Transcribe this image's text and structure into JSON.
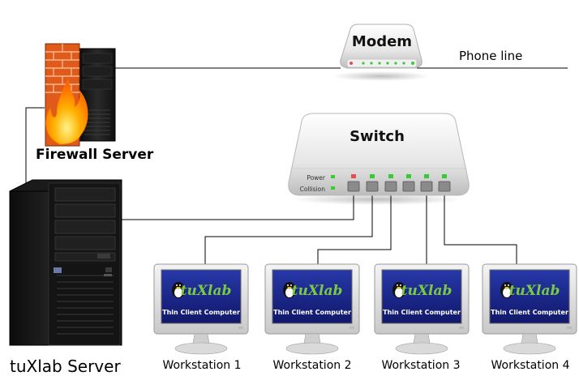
{
  "labels": {
    "modem": "Modem",
    "phone_line": "Phone line",
    "switch": "Switch",
    "switch_power": "Power",
    "switch_collision": "Collision",
    "firewall_server": "Firewall Server",
    "tuxlab_server": "tuXlab Server"
  },
  "monitor_logo": "tuXlab",
  "monitor_caption": "Thin Client Computer",
  "workstations": [
    {
      "label": "Workstation 1"
    },
    {
      "label": "Workstation 2"
    },
    {
      "label": "Workstation 3"
    },
    {
      "label": "Workstation 4"
    }
  ],
  "colors": {
    "monitor_screen": "#1a2a8c",
    "firewall_flame": "#ff8a00",
    "firewall_brick": "#e05a1a",
    "led_green": "#33cc33",
    "led_red": "#e05050"
  }
}
